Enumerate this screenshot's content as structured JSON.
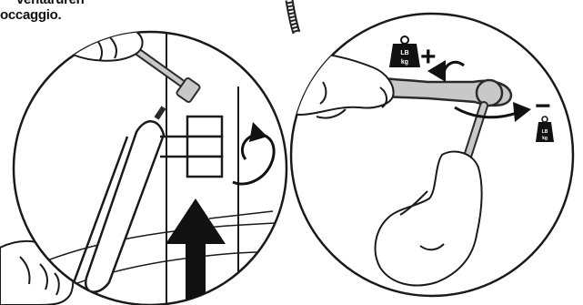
{
  "caption": {
    "line1": "ventaruren",
    "line2": "occaggio."
  },
  "weight_badge": {
    "top": "LB",
    "bottom": "kg"
  },
  "increase_symbol": "+",
  "decrease_symbol": "−",
  "colors": {
    "line": "#1a1a1a",
    "tool_fill": "#c8c8c8",
    "tool_stroke": "#2a2a2a",
    "arrow": "#111111",
    "background": "#ffffff"
  },
  "icons": [
    "weight-icon",
    "rotate-clockwise-icon",
    "up-arrow-icon",
    "plus-icon",
    "minus-icon"
  ]
}
